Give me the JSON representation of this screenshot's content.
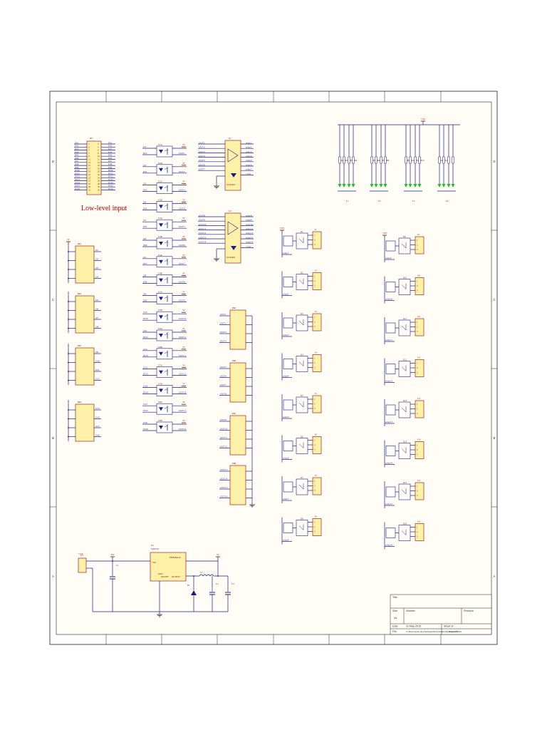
{
  "title": "Low-level input",
  "zone_letters": [
    "D",
    "C",
    "B",
    "A"
  ],
  "power": {
    "v5": "5V",
    "v12": "+12V",
    "v24": "24V"
  },
  "header": {
    "ref": "IP1",
    "left_pins": [
      "IN1",
      "IN2",
      "IN3",
      "IN4",
      "IN5",
      "IN6",
      "IN7",
      "IN8",
      "IN9",
      "IN10",
      "IN11",
      "IN12",
      "IN13",
      "IN14",
      "IN15",
      "IN16"
    ],
    "right_pins": [
      "IN1",
      "IN2",
      "IN3",
      "IN4",
      "IN5",
      "IN6",
      "IN7",
      "IN8",
      "IN9",
      "IN10",
      "IN11",
      "IN12",
      "IN13",
      "IN14",
      "IN15",
      "IN16"
    ]
  },
  "pull_networks": [
    {
      "ref": "PR1",
      "nets": [
        "O1",
        "O2",
        "O3",
        "O4"
      ]
    },
    {
      "ref": "PR2",
      "nets": [
        "O5",
        "O6",
        "O7",
        "O8"
      ]
    },
    {
      "ref": "PR3",
      "nets": [
        "O9",
        "O10",
        "O11",
        "O12"
      ]
    },
    {
      "ref": "PR4",
      "nets": [
        "O13",
        "O14",
        "O15",
        "O16"
      ]
    }
  ],
  "optocouplers": {
    "refs": [
      "U1A",
      "U1B",
      "U2A",
      "U2B",
      "U3A",
      "U3B",
      "U4A",
      "U4B",
      "U5A",
      "U5B",
      "U6A",
      "U6B",
      "U7A",
      "U7B",
      "U8A",
      "U8B"
    ],
    "inputs": [
      "IN1",
      "IN2",
      "IN3",
      "IN4",
      "IN5",
      "IN6",
      "IN7",
      "IN8",
      "IN9",
      "IN10",
      "IN11",
      "IN12",
      "IN13",
      "IN14",
      "IN15",
      "IN16"
    ],
    "outputs": [
      "OUT1",
      "OUT2",
      "OUT3",
      "OUT4",
      "OUT5",
      "OUT6",
      "OUT7",
      "OUT8",
      "OUT9",
      "OUT10",
      "OUT11",
      "OUT12",
      "OUT13",
      "OUT14",
      "OUT15",
      "OUT16"
    ]
  },
  "drivers": [
    {
      "ref": "U1",
      "part": "ULN2003",
      "inputs": [
        "OUT1",
        "OUT2",
        "OUT3",
        "OUT4",
        "OUT5",
        "OUT6",
        "OUT7"
      ],
      "outputs": [
        "relay1",
        "relay2",
        "relay3",
        "relay4",
        "relay5",
        "relay6",
        "relay7",
        "+12V"
      ]
    },
    {
      "ref": "U2",
      "part": "ULN2003",
      "inputs": [
        "OUT8",
        "OUT9",
        "OUT10",
        "OUT11",
        "OUT12",
        "OUT13",
        "OUT14"
      ],
      "outputs": [
        "relay8",
        "relay9",
        "relay10",
        "relay11",
        "relay12",
        "relay13",
        "relay14",
        "+12V"
      ]
    }
  ],
  "resistor_packs": [
    {
      "ref": "PR5",
      "nets": [
        "OUT1",
        "OUT2",
        "OUT3",
        "OUT4"
      ]
    },
    {
      "ref": "PR6",
      "nets": [
        "OUT5",
        "OUT6",
        "OUT7",
        "OUT8"
      ]
    },
    {
      "ref": "PR7",
      "nets": [
        "OUT9",
        "OUT10",
        "OUT11",
        "OUT12"
      ]
    },
    {
      "ref": "PR8",
      "nets": [
        "OUT13",
        "OUT14",
        "OUT15",
        "OUT16"
      ]
    }
  ],
  "leds": {
    "rail": "+12V",
    "resistors": [
      "R1",
      "R2",
      "R3",
      "R4",
      "R5",
      "R6",
      "R7",
      "R8",
      "R9",
      "R10",
      "R11",
      "R12",
      "R13",
      "R14"
    ],
    "groups": [
      "L1",
      "L2",
      "L3",
      "L4"
    ]
  },
  "relays_left": [
    {
      "ref": "K1",
      "conn": "J1",
      "net": "relay1"
    },
    {
      "ref": "K2",
      "conn": "J2",
      "net": "relay2"
    },
    {
      "ref": "K3",
      "conn": "J3",
      "net": "relay3"
    },
    {
      "ref": "K4",
      "conn": "J4",
      "net": "relay4"
    },
    {
      "ref": "K5",
      "conn": "J5",
      "net": "relay5"
    },
    {
      "ref": "K6",
      "conn": "J6",
      "net": "relay6"
    },
    {
      "ref": "K7",
      "conn": "J7",
      "net": "relay7"
    },
    {
      "ref": "K8",
      "conn": "J8",
      "net": "relay8"
    }
  ],
  "relays_right": [
    {
      "ref": "K9",
      "conn": "J9",
      "net": "relay9"
    },
    {
      "ref": "K10",
      "conn": "J10",
      "net": "relay10"
    },
    {
      "ref": "K11",
      "conn": "J11",
      "net": "relay11"
    },
    {
      "ref": "K12",
      "conn": "J12",
      "net": "relay12"
    },
    {
      "ref": "K13",
      "conn": "J13",
      "net": "relay13"
    },
    {
      "ref": "K14",
      "conn": "J14",
      "net": "relay14"
    },
    {
      "ref": "K15",
      "conn": "J15",
      "net": "relay15"
    },
    {
      "ref": "K16",
      "conn": "J16",
      "net": "relay16"
    }
  ],
  "regulator": {
    "ref": "IC1",
    "part": "LM2576",
    "pins": [
      "+Vin",
      "FEEDBACK",
      "OUTPUT",
      "GND",
      "ON/OFF"
    ],
    "input_conn": "J17",
    "caps": [
      "C1",
      "C2",
      "C3"
    ],
    "inductor": "L1",
    "diode": "D1"
  },
  "title_block": {
    "title_label": "Title",
    "size_label": "Size",
    "size_value": "A4",
    "number_label": "Number",
    "revision_label": "Revision",
    "date_label": "Date",
    "date_value": "31-May-2015",
    "sheet_label": "Sheet of",
    "file_label": "File",
    "file_value": "C:\\Documents and Settings\\Administrator\\Desktop\\16.SCH",
    "drawn_label": "Drawn By"
  },
  "colors": {
    "wire": "#1a1a8a",
    "part_fill": "#fff2a8",
    "part_stroke": "#8a0000",
    "text_red": "#c00000",
    "led_green": "#22bb22",
    "paper": "#fffdf6"
  }
}
